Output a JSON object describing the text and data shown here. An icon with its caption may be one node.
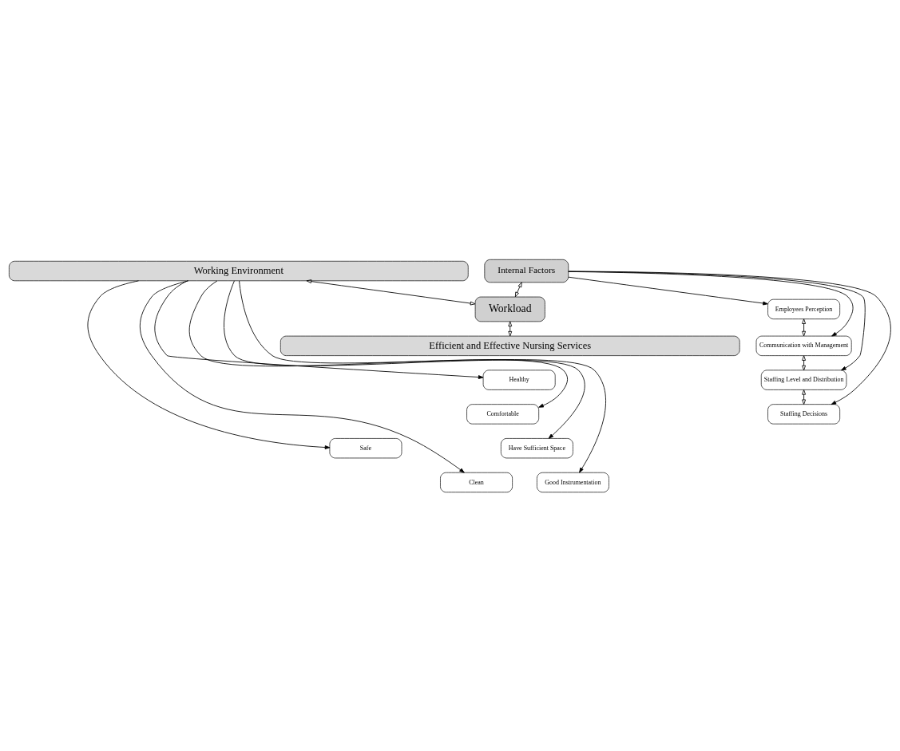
{
  "diagram": {
    "nodes": [
      {
        "text": [
          "Working Environment"
        ]
      },
      {
        "text": [
          "Safe"
        ]
      },
      {
        "text": [
          "Clean"
        ]
      },
      {
        "text": [
          "Healthy"
        ]
      },
      {
        "text": [
          "Comfortable"
        ]
      },
      {
        "text": [
          "Have Sufficient Space"
        ]
      },
      {
        "text": [
          "Good Instrumentation"
        ]
      },
      {
        "text": [
          "Internal Factors"
        ]
      },
      {
        "text": [
          "Workload"
        ]
      },
      {
        "text": [
          "Employees Perception"
        ]
      },
      {
        "text": [
          "Communication with Management"
        ]
      },
      {
        "text": [
          "Staffing Level and Distribution"
        ]
      },
      {
        "text": [
          "Staffing Decisions"
        ]
      },
      {
        "text": [
          "Efficient and Effective Nursing Services"
        ]
      }
    ],
    "edges": [
      {
        "from": 0,
        "to": 1,
        "arrow": "to"
      },
      {
        "from": 0,
        "to": 2,
        "arrow": "to"
      },
      {
        "from": 0,
        "to": 3,
        "arrow": "to"
      },
      {
        "from": 0,
        "to": 4,
        "arrow": "to"
      },
      {
        "from": 0,
        "to": 5,
        "arrow": "to"
      },
      {
        "from": 0,
        "to": 6,
        "arrow": "to"
      },
      {
        "from": 0,
        "to": 8,
        "arrow": "both"
      },
      {
        "from": 7,
        "to": 8,
        "arrow": "both"
      },
      {
        "from": 7,
        "to": 9,
        "arrow": "to"
      },
      {
        "from": 7,
        "to": 10,
        "arrow": "to"
      },
      {
        "from": 7,
        "to": 11,
        "arrow": "to"
      },
      {
        "from": 7,
        "to": 12,
        "arrow": "to"
      },
      {
        "from": 9,
        "to": 10,
        "arrow": "both"
      },
      {
        "from": 10,
        "to": 11,
        "arrow": "both"
      },
      {
        "from": 11,
        "to": 12,
        "arrow": "both"
      },
      {
        "from": 8,
        "to": 13,
        "arrow": "both"
      }
    ]
  }
}
